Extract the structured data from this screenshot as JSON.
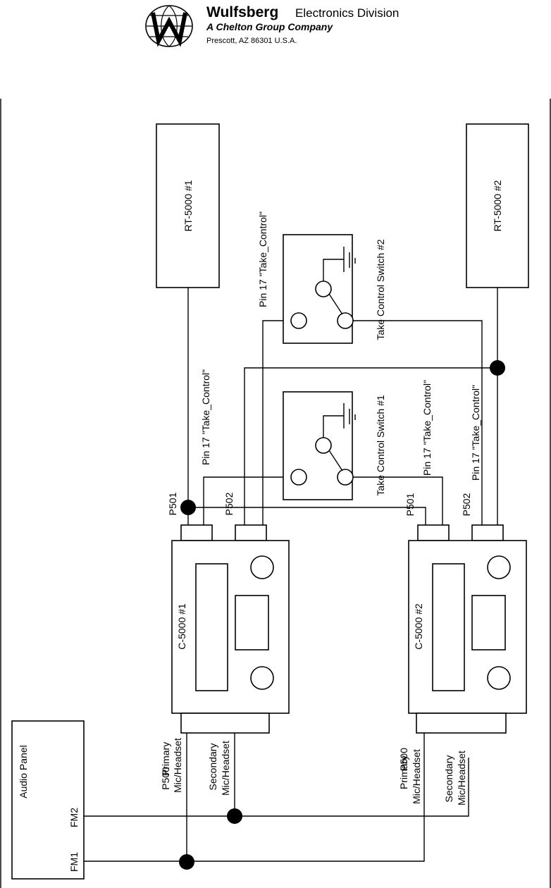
{
  "header": {
    "brand": "Wulfsberg",
    "division": "Electronics Division",
    "parent_company": "A Chelton Group Company",
    "address": "Prescott, AZ  86301  U.S.A."
  },
  "units": {
    "rt1": "RT-5000 #1",
    "rt2": "RT-5000 #2",
    "c1": "C-5000 #1",
    "c2": "C-5000 #2",
    "audio_panel": "Audio Panel"
  },
  "switches": {
    "sw1": "Take Control Switch #1",
    "sw2": "Take Control Switch #2"
  },
  "connectors": {
    "p501": "P501",
    "p502": "P502",
    "p500": "P500"
  },
  "signals": {
    "pin17": "Pin 17 \"Take_Control\"",
    "primary": "Primary",
    "secondary": "Secondary",
    "mic_headset": "Mic/Headset",
    "fm1": "FM1",
    "fm2": "FM2"
  }
}
